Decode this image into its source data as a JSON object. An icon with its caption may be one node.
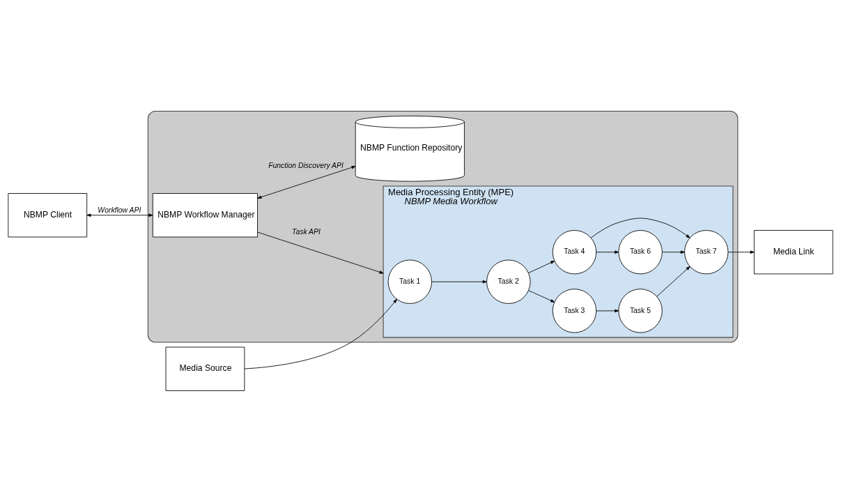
{
  "diagram": {
    "nodes": [
      {
        "text": [
          "NBMP Client"
        ]
      },
      {
        "text": [],
        "shape": "cloud"
      },
      {
        "text": [
          "NBMP Workflow Manager"
        ],
        "in": 1
      },
      {
        "text": [
          "NBMP Function Repository"
        ],
        "in": 1
      },
      {
        "text": [
          "Media Source"
        ]
      },
      {
        "text": [
          "Media Processing Entity (MPE)",
          "NBMP Media Workflow"
        ],
        "in": 1
      },
      {
        "text": [
          "Task 1"
        ],
        "in": 5
      },
      {
        "text": [
          "Task 2"
        ],
        "in": 5
      },
      {
        "text": [
          "Task 3"
        ],
        "in": 5
      },
      {
        "text": [
          "Task 4"
        ],
        "in": 5
      },
      {
        "text": [
          "Task 5"
        ],
        "in": 5
      },
      {
        "text": [
          "Task 6"
        ],
        "in": 5
      },
      {
        "text": [
          "Task 7"
        ],
        "in": 5
      },
      {
        "text": [
          "Media Link"
        ]
      }
    ],
    "edges": [
      {
        "from": 0,
        "to": 2,
        "arrow": "both",
        "label": "Workflow API"
      },
      {
        "from": 2,
        "to": 3,
        "arrow": "both",
        "label": "Function Discovery API"
      },
      {
        "from": 2,
        "to": 5,
        "arrow": "to",
        "label": "Task API"
      },
      {
        "from": 4,
        "to": 6,
        "arrow": "to"
      },
      {
        "from": 6,
        "to": 7,
        "arrow": "to"
      },
      {
        "from": 7,
        "to": 8,
        "arrow": "to"
      },
      {
        "from": 7,
        "to": 9,
        "arrow": "to"
      },
      {
        "from": 8,
        "to": 10,
        "arrow": "to"
      },
      {
        "from": 9,
        "to": 12,
        "arrow": "to"
      },
      {
        "from": 9,
        "to": 11,
        "arrow": "to"
      },
      {
        "from": 10,
        "to": 12,
        "arrow": "to"
      },
      {
        "from": 11,
        "to": 12,
        "arrow": "to"
      },
      {
        "from": 12,
        "to": 13,
        "arrow": "to"
      }
    ]
  }
}
